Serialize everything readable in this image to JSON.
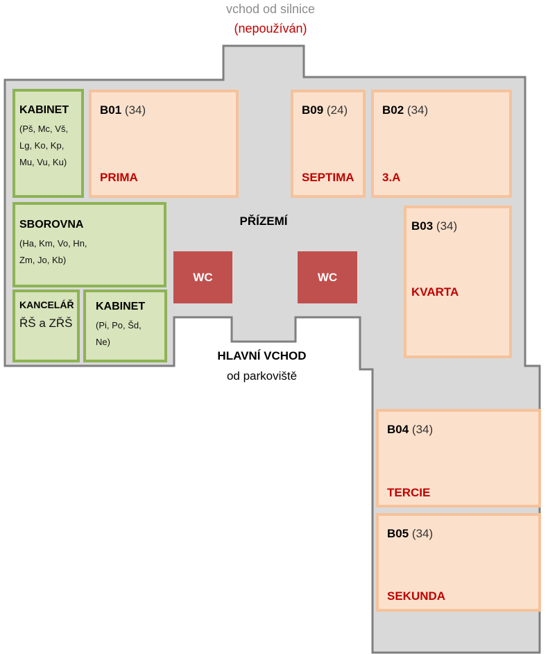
{
  "labels": {
    "top_entrance": "vchod od silnice",
    "top_entrance_note": "(nepoužíván)",
    "floor_name": "PŘÍZEMÍ",
    "main_entrance": "HLAVNÍ VCHOD",
    "main_entrance_note": "od parkoviště"
  },
  "classrooms": [
    {
      "code": "B01",
      "capacity": "(34)",
      "class": "PRIMA"
    },
    {
      "code": "B09",
      "capacity": "(24)",
      "class": "SEPTIMA"
    },
    {
      "code": "B02",
      "capacity": "(34)",
      "class": "3.A"
    },
    {
      "code": "B03",
      "capacity": "(34)",
      "class": "KVARTA"
    },
    {
      "code": "B04",
      "capacity": "(34)",
      "class": "TERCIE"
    },
    {
      "code": "B05",
      "capacity": "(34)",
      "class": "SEKUNDA"
    }
  ],
  "offices": {
    "kabinet1": {
      "title": "KABINET",
      "lines": [
        "(Pš, Mc, Vš,",
        "Lg, Ko, Kp,",
        "Mu, Vu, Ku)"
      ]
    },
    "sborovna": {
      "title": "SBOROVNA",
      "lines": [
        "(Ha, Km, Vo, Hn,",
        "Zm, Jo, Kb)"
      ]
    },
    "kancelar": {
      "title": "KANCELÁŘ",
      "lines": [
        "ŘŠ a ZŘŠ"
      ]
    },
    "kabinet2": {
      "title": "KABINET",
      "lines": [
        "(Pi, Po, Šd,",
        "Ne)"
      ]
    }
  },
  "wc": [
    "WC",
    "WC"
  ],
  "colors": {
    "floor_fill": "#d9d9d9",
    "floor_outline": "#7f7f7f",
    "classroom_fill": "#fbe1cc",
    "classroom_border": "#f6c29b",
    "office_fill": "#d8e4bc",
    "office_border": "#8db353",
    "wc_fill": "#c0504d",
    "class_name": "#c00000"
  }
}
